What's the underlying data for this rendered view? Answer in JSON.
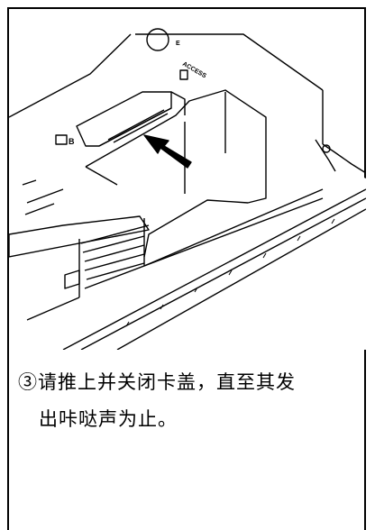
{
  "caption": {
    "line1": "③请推上并关闭卡盖，直至其发",
    "line2": "出咔哒声为止。"
  },
  "illustration": {
    "device_labels": {
      "slot_b": "B",
      "access": "ACCESS",
      "power": "E"
    },
    "colors": {
      "line": "#000000",
      "fill": "#ffffff",
      "arrow": "#000000"
    }
  }
}
